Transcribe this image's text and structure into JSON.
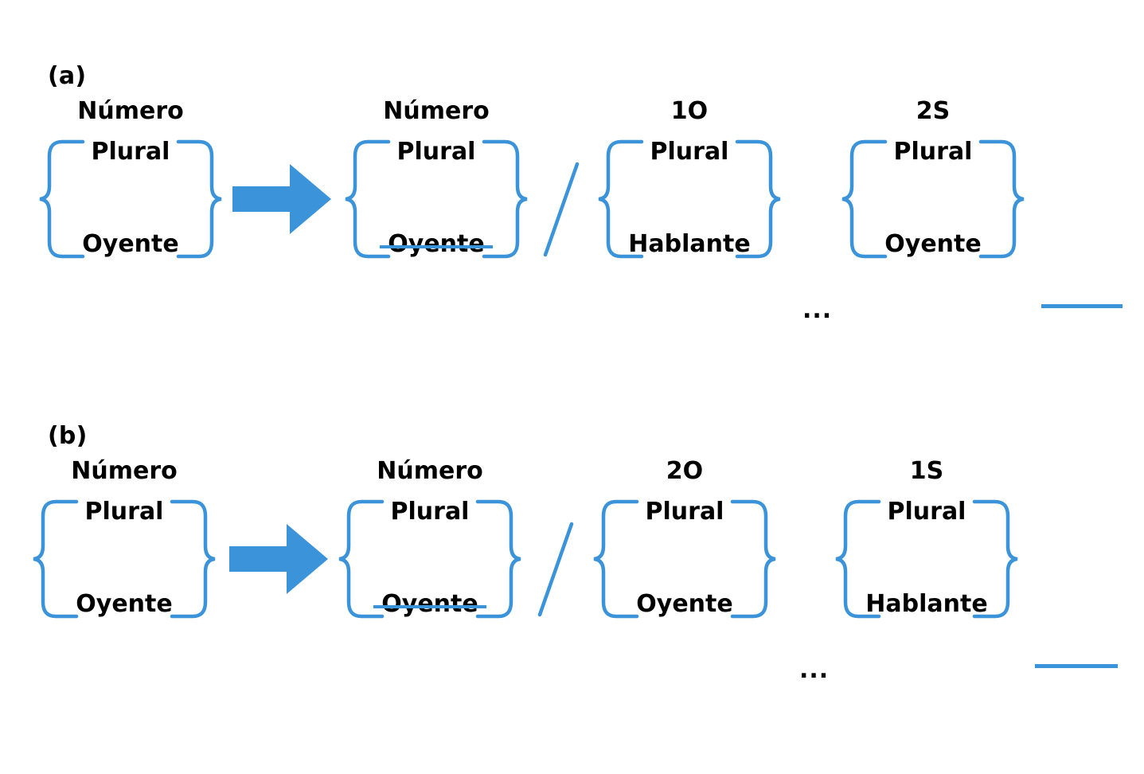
{
  "figure": {
    "accent_color": "#3b93d9",
    "text_color": "#000000",
    "background": "#ffffff",
    "ellipsis": "...",
    "slash": "/"
  },
  "panels": [
    {
      "label": "(a)",
      "source": {
        "header": "Número",
        "top": "Plural",
        "bottom": "Oyente",
        "top_struck": false,
        "bottom_struck": false
      },
      "result": {
        "header": "Número",
        "top": "Plural",
        "bottom": "Oyente",
        "top_struck": false,
        "bottom_struck": true
      },
      "contexts": [
        {
          "header": "1O",
          "top": "Plural",
          "bottom": "Hablante",
          "top_struck": false,
          "bottom_struck": false
        },
        {
          "header": "2S",
          "top": "Plural",
          "bottom": "Oyente",
          "top_struck": false,
          "bottom_struck": false
        }
      ]
    },
    {
      "label": "(b)",
      "source": {
        "header": "Número",
        "top": "Plural",
        "bottom": "Oyente",
        "top_struck": false,
        "bottom_struck": false
      },
      "result": {
        "header": "Número",
        "top": "Plural",
        "bottom": "Oyente",
        "top_struck": false,
        "bottom_struck": true
      },
      "contexts": [
        {
          "header": "2O",
          "top": "Plural",
          "bottom": "Oyente",
          "top_struck": false,
          "bottom_struck": false
        },
        {
          "header": "1S",
          "top": "Plural",
          "bottom": "Hablante",
          "top_struck": false,
          "bottom_struck": false
        }
      ]
    }
  ]
}
